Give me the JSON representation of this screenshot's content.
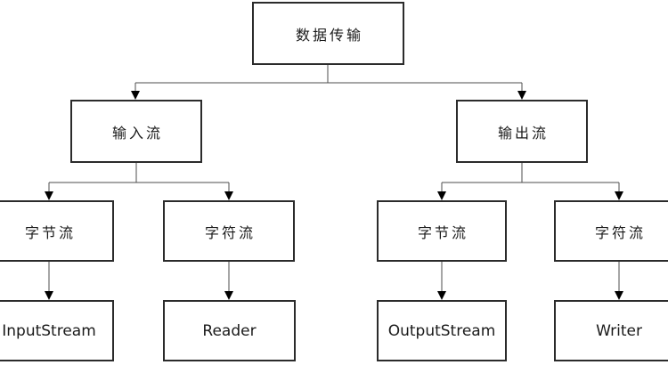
{
  "diagram": {
    "type": "flowchart-tree",
    "background": "#ffffff",
    "colors": {
      "node_border": "#2b2b2b",
      "node_fill": "#ffffff",
      "connector_line": "#4d4d4d",
      "arrowhead": "#000000",
      "text": "#1a1a1a"
    },
    "nodes": {
      "root": {
        "label": "数据传输"
      },
      "input": {
        "label": "输入流"
      },
      "output": {
        "label": "输出流"
      },
      "input_byte": {
        "label": "字节流"
      },
      "input_char": {
        "label": "字符流"
      },
      "output_byte": {
        "label": "字节流"
      },
      "output_char": {
        "label": "字符流"
      },
      "input_stream": {
        "label": "InputStream"
      },
      "reader": {
        "label": "Reader"
      },
      "output_stream": {
        "label": "OutputStream"
      },
      "writer": {
        "label": "Writer"
      }
    },
    "edges": [
      {
        "from": "root",
        "to": "input"
      },
      {
        "from": "root",
        "to": "output"
      },
      {
        "from": "input",
        "to": "input_byte"
      },
      {
        "from": "input",
        "to": "input_char"
      },
      {
        "from": "output",
        "to": "output_byte"
      },
      {
        "from": "output",
        "to": "output_char"
      },
      {
        "from": "input_byte",
        "to": "input_stream"
      },
      {
        "from": "input_char",
        "to": "reader"
      },
      {
        "from": "output_byte",
        "to": "output_stream"
      },
      {
        "from": "output_char",
        "to": "writer"
      }
    ]
  }
}
